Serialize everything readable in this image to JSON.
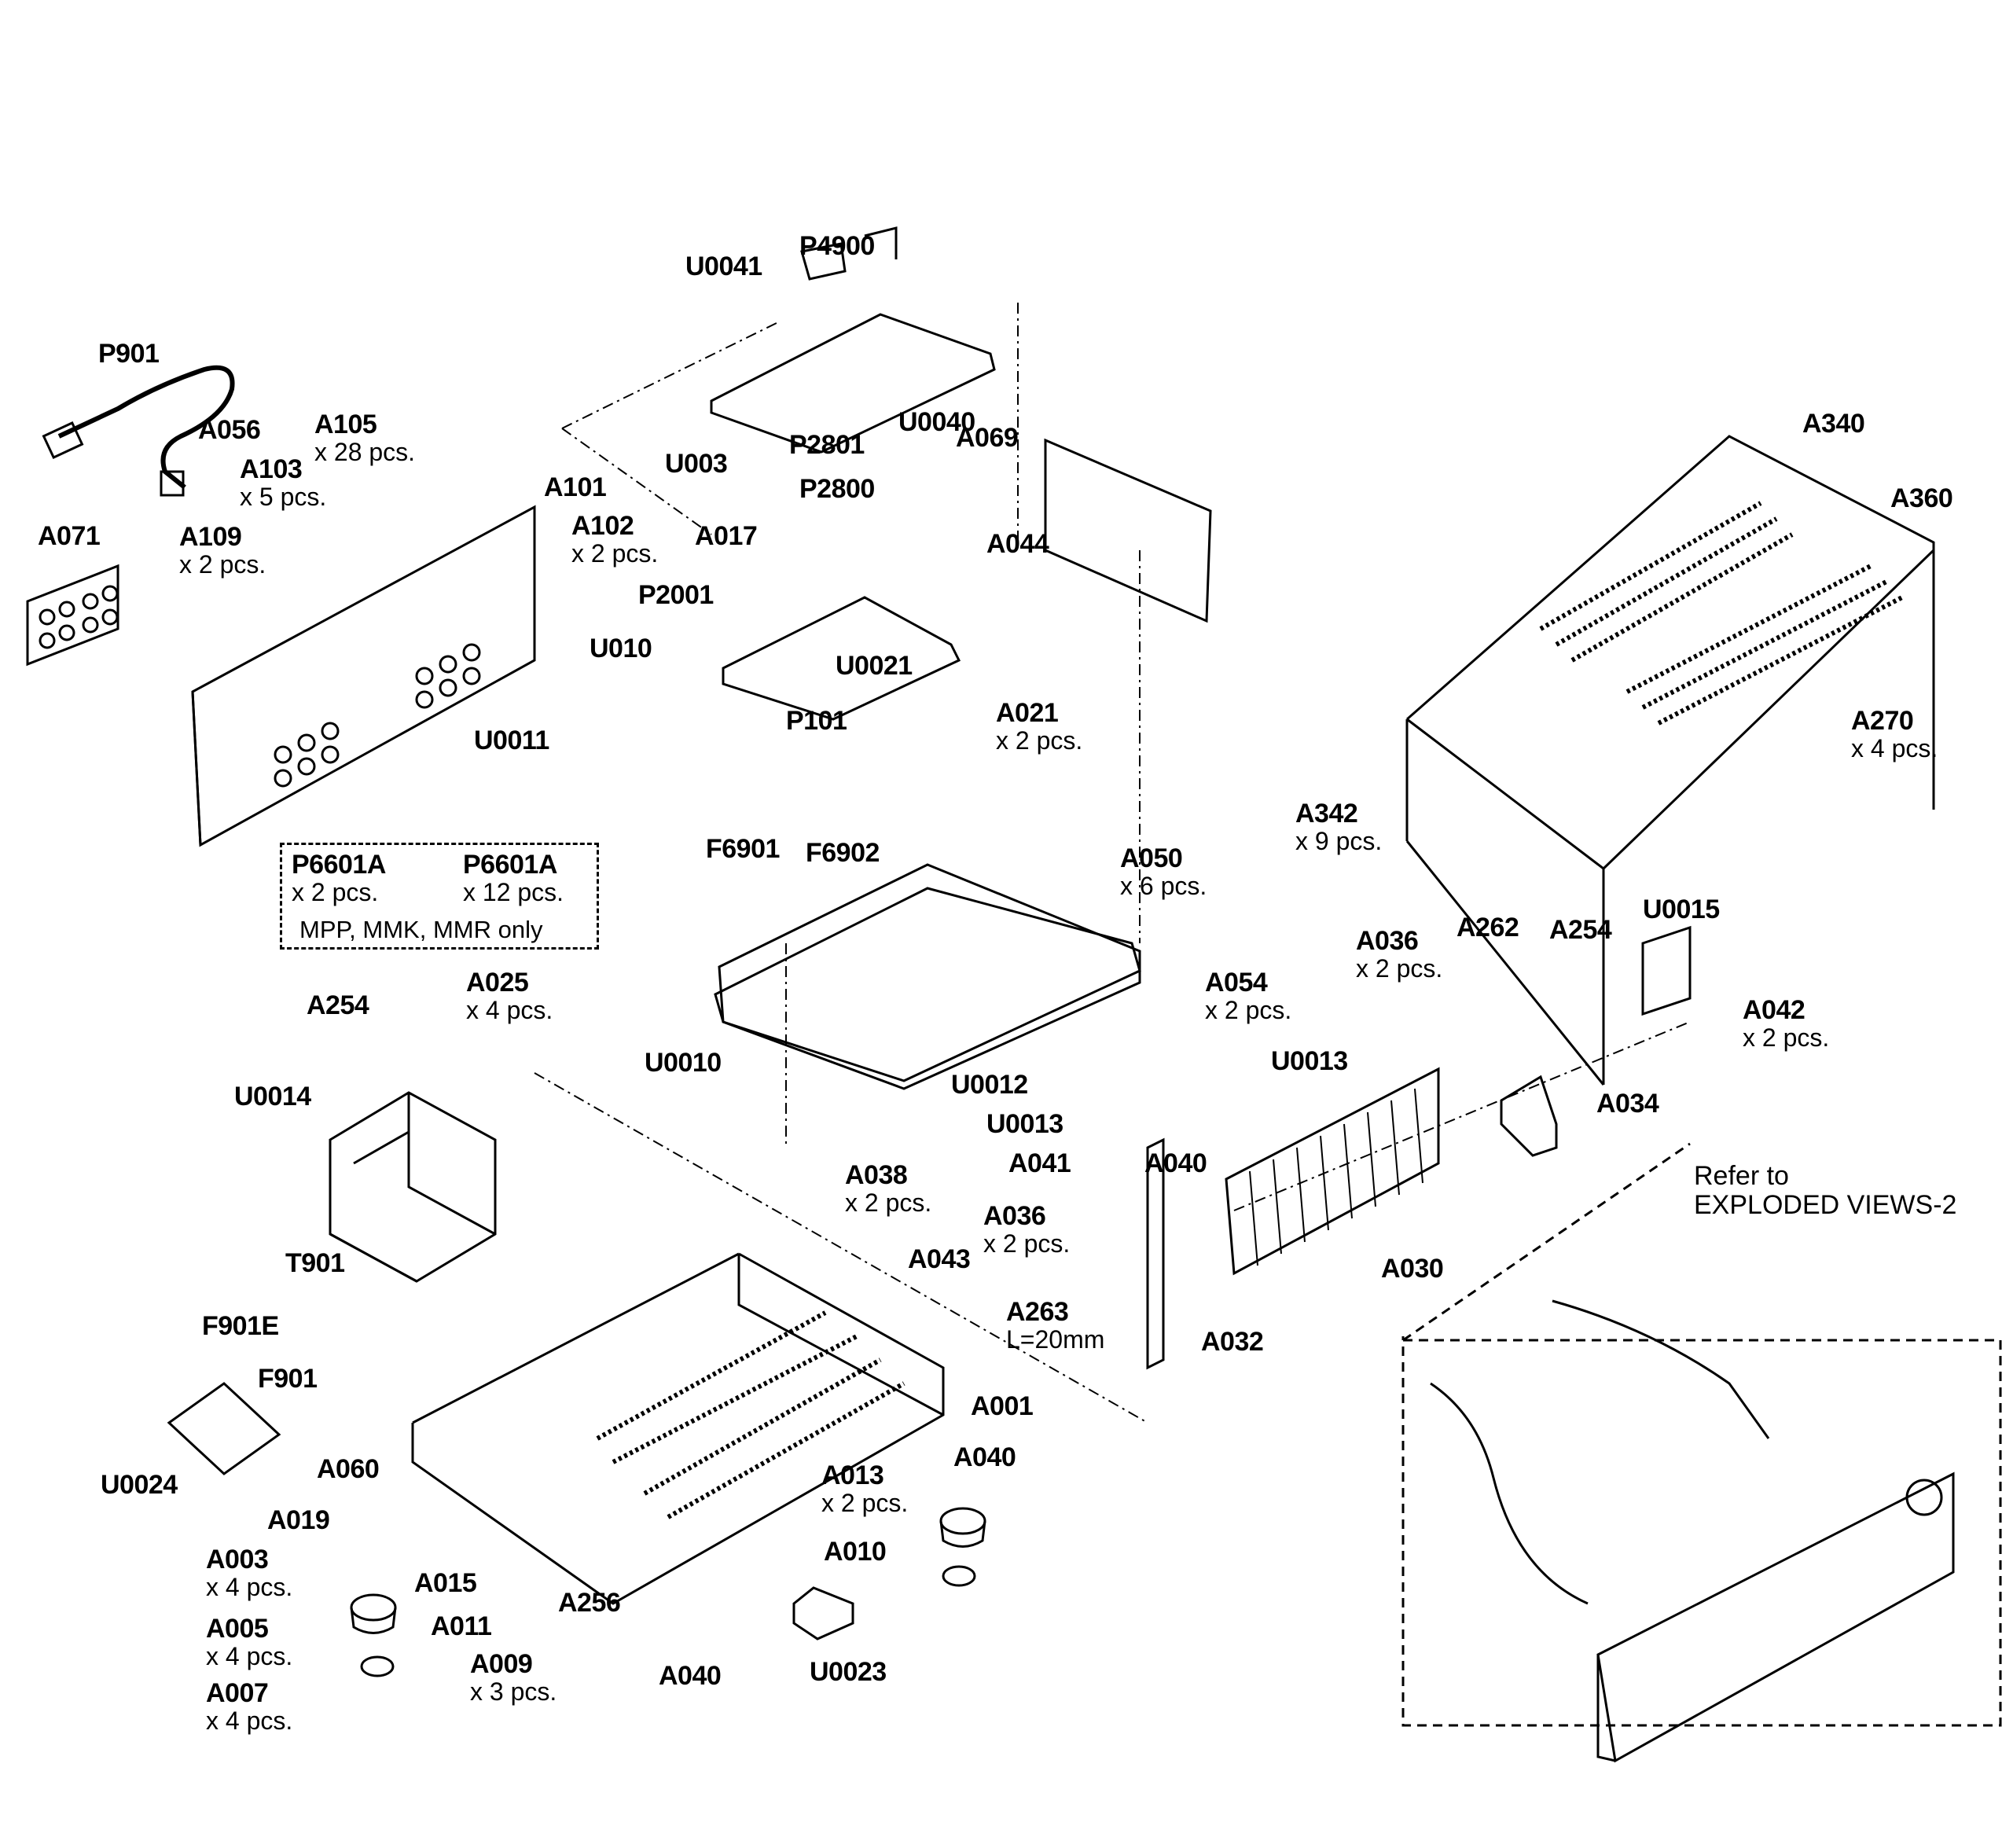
{
  "diagram": {
    "title": "Exploded view - AV receiver chassis",
    "line_color": "#000000",
    "background": "#ffffff",
    "parts": [
      {
        "id": "P901",
        "code": "P901"
      },
      {
        "id": "A056",
        "code": "A056"
      },
      {
        "id": "A105",
        "code": "A105",
        "qty": "x 28 pcs."
      },
      {
        "id": "A103",
        "code": "A103",
        "qty": "x 5 pcs."
      },
      {
        "id": "A101",
        "code": "A101"
      },
      {
        "id": "A102",
        "code": "A102",
        "qty": "x 2 pcs."
      },
      {
        "id": "A071",
        "code": "A071"
      },
      {
        "id": "A109",
        "code": "A109",
        "qty": "x 2 pcs."
      },
      {
        "id": "U010",
        "code": "U010"
      },
      {
        "id": "U0011",
        "code": "U0011"
      },
      {
        "id": "U0041",
        "code": "U0041"
      },
      {
        "id": "P4900",
        "code": "P4900"
      },
      {
        "id": "U003",
        "code": "U003"
      },
      {
        "id": "P2801",
        "code": "P2801"
      },
      {
        "id": "P2800",
        "code": "P2800"
      },
      {
        "id": "A017",
        "code": "A017"
      },
      {
        "id": "P2001",
        "code": "P2001"
      },
      {
        "id": "U0021",
        "code": "U0021"
      },
      {
        "id": "U0040",
        "code": "U0040"
      },
      {
        "id": "A069",
        "code": "A069"
      },
      {
        "id": "A044",
        "code": "A044"
      },
      {
        "id": "P101",
        "code": "P101"
      },
      {
        "id": "A021",
        "code": "A021",
        "qty": "x 2 pcs."
      },
      {
        "id": "A340",
        "code": "A340"
      },
      {
        "id": "A360",
        "code": "A360"
      },
      {
        "id": "A270",
        "code": "A270",
        "qty": "x 4 pcs."
      },
      {
        "id": "A342",
        "code": "A342",
        "qty": "x 9 pcs."
      },
      {
        "id": "F6901",
        "code": "F6901"
      },
      {
        "id": "F6902",
        "code": "F6902"
      },
      {
        "id": "A050",
        "code": "A050",
        "qty": "x 6 pcs."
      },
      {
        "id": "U0010",
        "code": "U0010"
      },
      {
        "id": "A254a",
        "code": "A254"
      },
      {
        "id": "A025",
        "code": "A025",
        "qty": "x 4 pcs."
      },
      {
        "id": "U0014",
        "code": "U0014"
      },
      {
        "id": "T901",
        "code": "T901"
      },
      {
        "id": "A054",
        "code": "A054",
        "qty": "x 2 pcs."
      },
      {
        "id": "U0013a",
        "code": "U0013"
      },
      {
        "id": "U0012",
        "code": "U0012"
      },
      {
        "id": "U0013b",
        "code": "U0013"
      },
      {
        "id": "A038",
        "code": "A038",
        "qty": "x 2 pcs."
      },
      {
        "id": "A041",
        "code": "A041"
      },
      {
        "id": "A040a",
        "code": "A040"
      },
      {
        "id": "A036a",
        "code": "A036",
        "qty": "x 2 pcs."
      },
      {
        "id": "A036b",
        "code": "A036",
        "qty": "x 2 pcs."
      },
      {
        "id": "A262",
        "code": "A262"
      },
      {
        "id": "A254b",
        "code": "A254"
      },
      {
        "id": "U0015",
        "code": "U0015"
      },
      {
        "id": "A042",
        "code": "A042",
        "qty": "x 2 pcs."
      },
      {
        "id": "A034",
        "code": "A034"
      },
      {
        "id": "A030",
        "code": "A030"
      },
      {
        "id": "A043",
        "code": "A043"
      },
      {
        "id": "A263",
        "code": "A263",
        "note": "L=20mm"
      },
      {
        "id": "A032",
        "code": "A032"
      },
      {
        "id": "F901E",
        "code": "F901E"
      },
      {
        "id": "F901",
        "code": "F901"
      },
      {
        "id": "U0024",
        "code": "U0024"
      },
      {
        "id": "A001",
        "code": "A001"
      },
      {
        "id": "A040b",
        "code": "A040"
      },
      {
        "id": "A060",
        "code": "A060"
      },
      {
        "id": "A019",
        "code": "A019"
      },
      {
        "id": "A013",
        "code": "A013",
        "qty": "x 2 pcs."
      },
      {
        "id": "A010",
        "code": "A010"
      },
      {
        "id": "A003",
        "code": "A003",
        "qty": "x 4 pcs."
      },
      {
        "id": "A015",
        "code": "A015"
      },
      {
        "id": "A256",
        "code": "A256"
      },
      {
        "id": "A011",
        "code": "A011"
      },
      {
        "id": "A005",
        "code": "A005",
        "qty": "x 4 pcs."
      },
      {
        "id": "A009",
        "code": "A009",
        "qty": "x 3 pcs."
      },
      {
        "id": "A040c",
        "code": "A040"
      },
      {
        "id": "U0023",
        "code": "U0023"
      },
      {
        "id": "A007",
        "code": "A007",
        "qty": "x 4 pcs."
      }
    ],
    "option_box": {
      "left": {
        "code": "P6601A",
        "qty": "x 2 pcs."
      },
      "right": {
        "code": "P6601A",
        "qty": "x 12 pcs."
      },
      "note": "MPP, MMK, MMR only"
    },
    "reference_box": {
      "line1": "Refer to",
      "line2": "EXPLODED VIEWS-2"
    }
  }
}
